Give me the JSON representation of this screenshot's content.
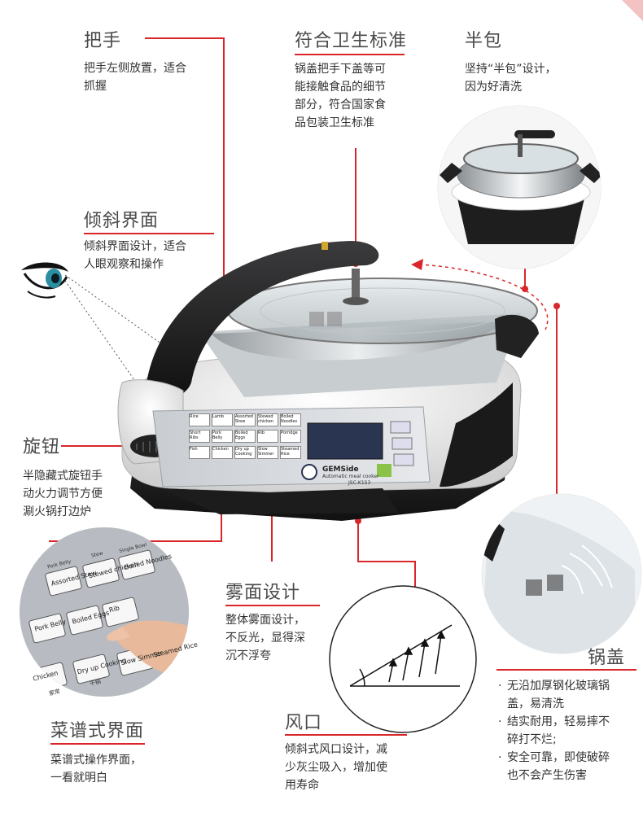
{
  "features": {
    "handle": {
      "title": "把手",
      "desc": [
        "把手左侧放置，适合",
        "抓握"
      ]
    },
    "hygiene": {
      "title": "符合卫生标准",
      "desc": [
        "锅盖把手下盖等可",
        "能接触食品的细节",
        "部分，符合国家食",
        "品包装卫生标准"
      ]
    },
    "half": {
      "title": "半包",
      "desc": [
        "坚持“半包”设计，",
        "因为好清洗"
      ]
    },
    "tilt": {
      "title": "倾斜界面",
      "desc": [
        "倾斜界面设计，适合",
        "人眼观察和操作"
      ]
    },
    "knob": {
      "title": "旋钮",
      "desc": [
        "半隐藏式旋钮手",
        "动火力调节方便",
        "涮火锅打边炉"
      ]
    },
    "matte": {
      "title": "雾面设计",
      "desc": [
        "整体雾面设计，",
        "不反光，显得深",
        "沉不浮夸"
      ]
    },
    "lid": {
      "title": "锅盖",
      "bullets": [
        [
          "无沿加厚钢化玻璃锅",
          "盖，易清洗"
        ],
        [
          "结实耐用，轻易摔不",
          "碎打不烂;"
        ],
        [
          "安全可靠，即使破碎",
          "也不会产生伤害"
        ]
      ]
    },
    "menu": {
      "title": "菜谱式界面",
      "desc": [
        "菜谱式操作界面，",
        "一看就明白"
      ]
    },
    "vent": {
      "title": "风口",
      "desc": [
        "倾斜式风口设计，减",
        "少灰尘吸入，增加使",
        "用寿命"
      ]
    }
  },
  "device": {
    "brand": "GEMSide",
    "subtitle": "Automatic meal cooker",
    "model": "JSC-K1S3",
    "buttons": [
      "Rice",
      "Lamb",
      "Assorted Stew",
      "Stewed chicken",
      "Boiled Noodles",
      "Short Ribs",
      "Pork Belly",
      "Boiled Eggs",
      "Rib",
      "Porridge",
      "Fish",
      "Chicken",
      "Dry up Cooking",
      "Slow Simmer",
      "Steamed Rice"
    ]
  },
  "closeup": {
    "labels": [
      "Assorted Stew",
      "Stewed chicken",
      "Boiled Noodles",
      "Pork Belly",
      "Boiled Eggs",
      "Rib",
      "Chicken",
      "Dry up Cooking",
      "Slow Simmer",
      "Steamed Rice"
    ],
    "small": [
      "Pork Belly",
      "Stew",
      "Single Bowl",
      "干锅",
      "家常"
    ]
  },
  "colors": {
    "accent": "#d9262b",
    "body_dark": "#2a2a2c",
    "body_white": "#eeeeee"
  }
}
